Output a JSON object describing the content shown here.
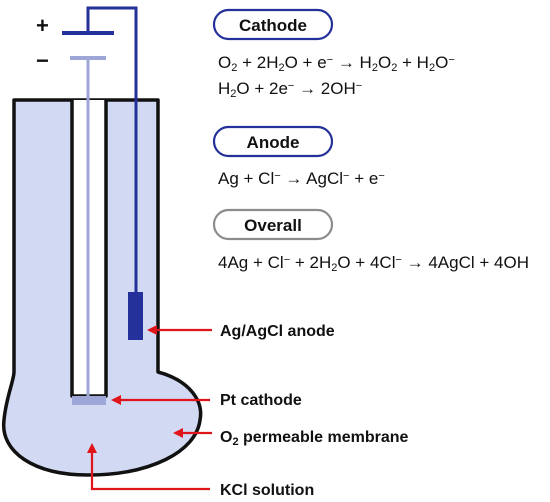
{
  "battery": {
    "plus": "+",
    "minus": "−"
  },
  "sections": [
    {
      "title": "Cathode",
      "equations": [
        [
          {
            "t": "O"
          },
          {
            "t": "2",
            "sub": true
          },
          {
            "t": " + 2H"
          },
          {
            "t": "2",
            "sub": true
          },
          {
            "t": "O + e"
          },
          {
            "t": "−",
            "sup": true
          },
          {
            "t": " → H"
          },
          {
            "t": "2",
            "sub": true
          },
          {
            "t": "O"
          },
          {
            "t": "2",
            "sub": true
          },
          {
            "t": " + H"
          },
          {
            "t": "2",
            "sub": true
          },
          {
            "t": "O"
          },
          {
            "t": "−",
            "sup": true
          }
        ],
        [
          {
            "t": "H"
          },
          {
            "t": "2",
            "sub": true
          },
          {
            "t": "O + 2e"
          },
          {
            "t": "−",
            "sup": true
          },
          {
            "t": " → 2OH"
          },
          {
            "t": "−",
            "sup": true
          }
        ]
      ]
    },
    {
      "title": "Anode",
      "equations": [
        [
          {
            "t": "Ag + Cl"
          },
          {
            "t": "−",
            "sup": true
          },
          {
            "t": " → AgCl"
          },
          {
            "t": "−",
            "sup": true
          },
          {
            "t": " + e"
          },
          {
            "t": "−",
            "sup": true
          }
        ]
      ]
    },
    {
      "title": "Overall",
      "equations": [
        [
          {
            "t": "4Ag + Cl"
          },
          {
            "t": "−",
            "sup": true
          },
          {
            "t": " + 2H"
          },
          {
            "t": "2",
            "sub": true
          },
          {
            "t": "O + 4Cl"
          },
          {
            "t": "−",
            "sup": true
          },
          {
            "t": " → 4AgCl + 4OH"
          }
        ]
      ]
    }
  ],
  "labels": [
    {
      "id": "anode",
      "parts": [
        {
          "t": "Ag/AgCl anode"
        }
      ]
    },
    {
      "id": "cathode",
      "parts": [
        {
          "t": "Pt cathode"
        }
      ]
    },
    {
      "id": "membrane",
      "parts": [
        {
          "t": "O"
        },
        {
          "t": "2",
          "sub": true
        },
        {
          "t": " permeable membrane"
        }
      ]
    },
    {
      "id": "kcl",
      "parts": [
        {
          "t": "KCl solution"
        }
      ]
    }
  ],
  "colors": {
    "solution_fill": "#d2d9f2",
    "outline": "#111111",
    "anode_wire": "#24319a",
    "cathode_wire": "#9ea6d8",
    "arrow": "#e0141b",
    "pill_cathode": "#24319a",
    "pill_anode": "#24319a",
    "pill_overall": "#8c8c8c"
  }
}
